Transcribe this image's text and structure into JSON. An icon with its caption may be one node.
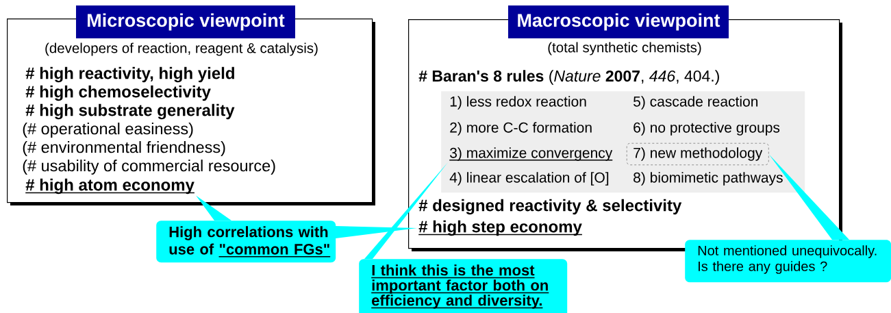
{
  "diagram": {
    "nodes": [
      {
        "text": [
          "Microscopic viewpoint",
          "(developers of reaction, reagent & catalysis)",
          "# high reactivity, high yield",
          "# high chemoselectivity",
          "# high substrate generality",
          "(# operational easiness)",
          "(# environmental friendness)",
          "(# usability of commercial resource)"
        ]
      },
      {
        "text": [
          "# high atom economy"
        ],
        "in": 0
      },
      {
        "text": [
          "Macroscopic viewpoint",
          "(total synthetic chemists)",
          "**# Baran's 8 rules** (*Nature* **2007**, *446*, 404.)",
          "# designed reactivity & selectivity"
        ]
      },
      {
        "text": [],
        "shape": "box",
        "in": 2
      },
      {
        "text": [
          "1) less redox reaction"
        ],
        "in": 3
      },
      {
        "text": [
          "5) cascade reaction"
        ],
        "in": 3
      },
      {
        "text": [
          "2) more C-C formation"
        ],
        "in": 3
      },
      {
        "text": [
          "6) no protective groups"
        ],
        "in": 3
      },
      {
        "text": [
          "3) maximize convergency"
        ],
        "in": 3
      },
      {
        "text": [
          "7) new methodology"
        ],
        "in": 3
      },
      {
        "text": [
          "4) linear escalation of [O]"
        ],
        "in": 3
      },
      {
        "text": [
          "8) biomimetic pathways"
        ],
        "in": 3
      },
      {
        "text": [
          "# high step economy"
        ],
        "in": 2
      },
      {
        "text": [
          "High correlations with use of",
          "\"common FGs\""
        ]
      },
      {
        "text": [
          "I think this is the most important factor both on efficiency and diversity."
        ]
      },
      {
        "text": [
          "Not mentioned unequivocally. Is there any guides ?"
        ]
      }
    ],
    "edges": [
      {
        "from": 13,
        "to": 1,
        "arrow": "none"
      },
      {
        "from": 13,
        "to": 12,
        "arrow": "none"
      },
      {
        "from": 14,
        "to": 8,
        "arrow": "none"
      },
      {
        "from": 15,
        "to": 9,
        "arrow": "none"
      }
    ]
  }
}
